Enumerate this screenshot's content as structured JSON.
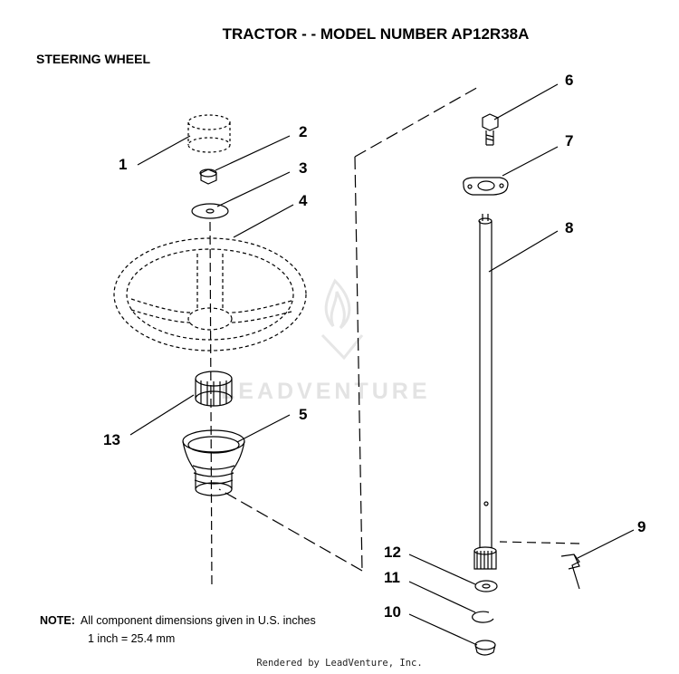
{
  "header": {
    "title": "TRACTOR - - MODEL NUMBER AP12R38A",
    "subtitle": "STEERING WHEEL"
  },
  "note": {
    "label": "NOTE:",
    "text": "All component dimensions given in U.S. inches",
    "conversion": "1 inch = 25.4 mm"
  },
  "footer": "Rendered by LeadVenture, Inc.",
  "watermark": "LEADVENTURE",
  "callouts": [
    "1",
    "2",
    "3",
    "4",
    "5",
    "6",
    "7",
    "8",
    "9",
    "10",
    "11",
    "12",
    "13"
  ],
  "colors": {
    "ink": "#000000",
    "watermark": "#e3e3e3"
  }
}
